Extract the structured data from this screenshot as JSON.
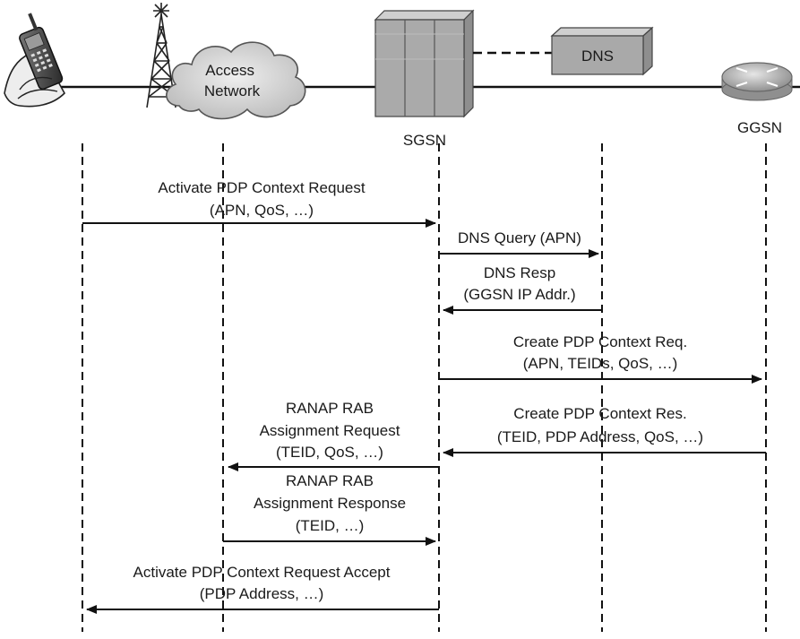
{
  "entities": {
    "access_network": "Access\nNetwork",
    "sgsn": "SGSN",
    "dns": "DNS",
    "ggsn": "GGSN"
  },
  "messages": [
    {
      "text": "Activate PDP Context Request\n(APN, QoS, …)",
      "from": "mobile",
      "to": "sgsn"
    },
    {
      "text": "DNS Query (APN)",
      "from": "sgsn",
      "to": "dns"
    },
    {
      "text": "DNS Resp\n(GGSN IP Addr.)",
      "from": "dns",
      "to": "sgsn"
    },
    {
      "text": "Create PDP Context Req.\n(APN, TEIDs, QoS, …)",
      "from": "sgsn",
      "to": "ggsn"
    },
    {
      "text": "RANAP RAB\nAssignment Request\n(TEID, QoS, …)",
      "from": "sgsn",
      "to": "access"
    },
    {
      "text": "Create PDP Context Res.\n(TEID, PDP Address, QoS, …)",
      "from": "ggsn",
      "to": "sgsn"
    },
    {
      "text": "RANAP RAB\nAssignment Response\n(TEID, …)",
      "from": "access",
      "to": "sgsn"
    },
    {
      "text": "Activate PDP Context Request Accept\n(PDP Address, …)",
      "from": "sgsn",
      "to": "mobile"
    }
  ]
}
